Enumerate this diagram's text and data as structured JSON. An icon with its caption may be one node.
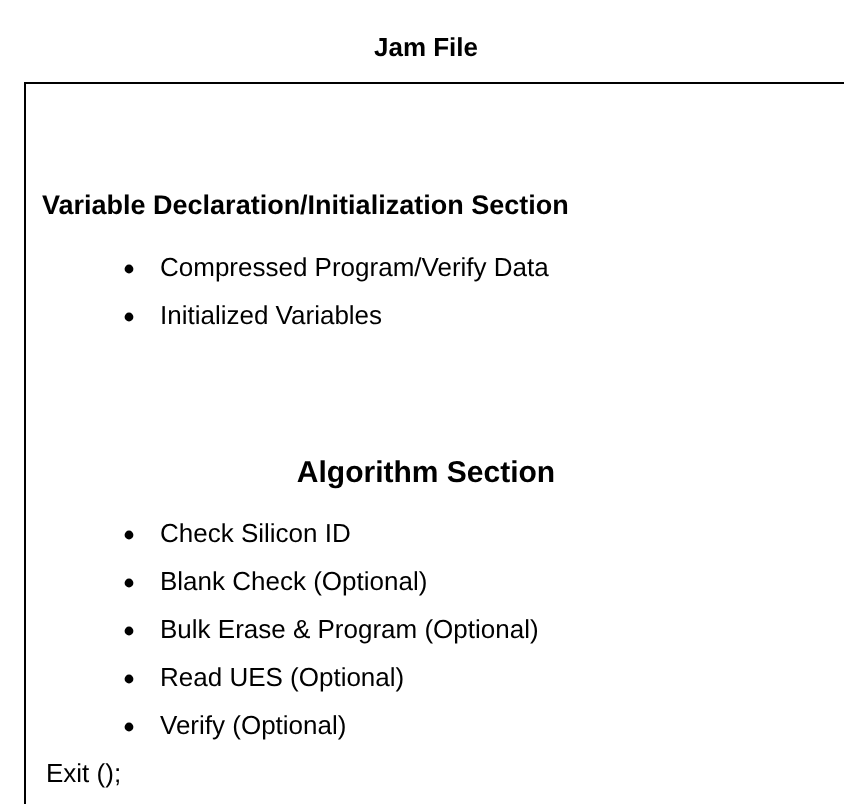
{
  "diagram": {
    "nodes": [
      {
        "text": [
          "Jam File",
          "Variable Declaration/Initialization Section",
          "Compressed Program/Verify Data",
          "Initialized Variables",
          "Algorithm Section",
          "Check Silicon ID",
          "Blank Check (Optional)",
          "Bulk Erase & Program (Optional)",
          "Read UES (Optional)",
          "Verify (Optional)",
          "Exit ();"
        ]
      }
    ]
  }
}
